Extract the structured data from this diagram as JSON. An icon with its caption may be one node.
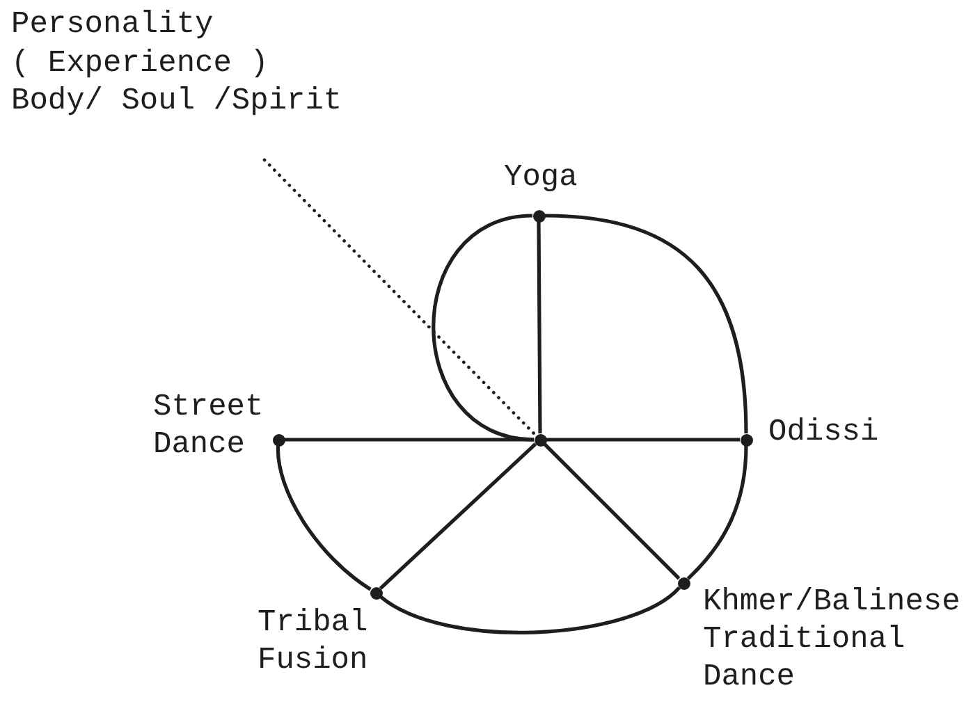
{
  "diagram": {
    "nodes": [
      {
        "text": [],
        "shape": "dot",
        "beside": [
          "Yoga"
        ]
      },
      {
        "text": [],
        "shape": "dot",
        "beside": [
          "Street Dance"
        ]
      },
      {
        "text": [],
        "shape": "dot"
      },
      {
        "text": [],
        "shape": "dot",
        "beside": [
          "Odissi"
        ]
      },
      {
        "text": [],
        "shape": "dot",
        "beside": [
          "Khmer/Balinese Traditional Dance"
        ]
      },
      {
        "text": [],
        "shape": "dot",
        "beside": [
          "Tribal Fusion"
        ]
      }
    ],
    "edges": [
      {
        "from": 2,
        "to": 0,
        "arrow": "none"
      },
      {
        "from": 0,
        "to": 3,
        "arrow": "none"
      },
      {
        "from": 3,
        "to": 4,
        "arrow": "none"
      },
      {
        "from": 4,
        "to": 5,
        "arrow": "none"
      },
      {
        "from": 5,
        "to": 1,
        "arrow": "none"
      },
      {
        "from": 2,
        "to": 0,
        "arrow": "none"
      },
      {
        "from": 2,
        "to": 3,
        "arrow": "none"
      },
      {
        "from": 2,
        "to": 4,
        "arrow": "none"
      },
      {
        "from": 2,
        "to": 5,
        "arrow": "none"
      },
      {
        "from": 2,
        "to": 1,
        "arrow": "none"
      },
      {
        "from": null,
        "to": 2,
        "arrow": "none",
        "style": "dashed"
      }
    ],
    "labels": [
      "Personality",
      "( Experience )",
      "Body/ Soul /Spirit"
    ]
  }
}
